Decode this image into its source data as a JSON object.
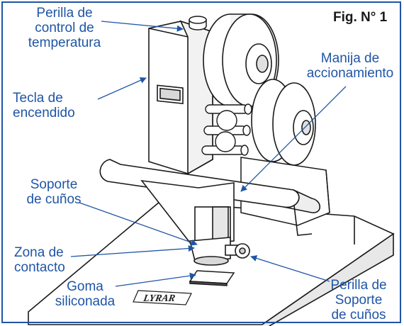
{
  "figure": {
    "title": "Fig. N° 1",
    "colors": {
      "label": "#1f55a6",
      "line": "#1a1a1a",
      "border": "#1f55a6"
    },
    "labels": {
      "temp_knob": [
        "Perilla de",
        "control de",
        "temperatura"
      ],
      "power_key": [
        "Tecla de",
        "encendido"
      ],
      "handle": [
        "Manija de",
        "accionamiento"
      ],
      "die_holder": [
        "Soporte",
        "de cuños"
      ],
      "contact_zone": [
        "Zona de",
        "contacto"
      ],
      "silicone_pad": [
        "Goma",
        "siliconada"
      ],
      "holder_knob": [
        "Perilla de",
        "Soporte",
        "de cuños"
      ]
    },
    "base_logo": "LYRAR"
  }
}
